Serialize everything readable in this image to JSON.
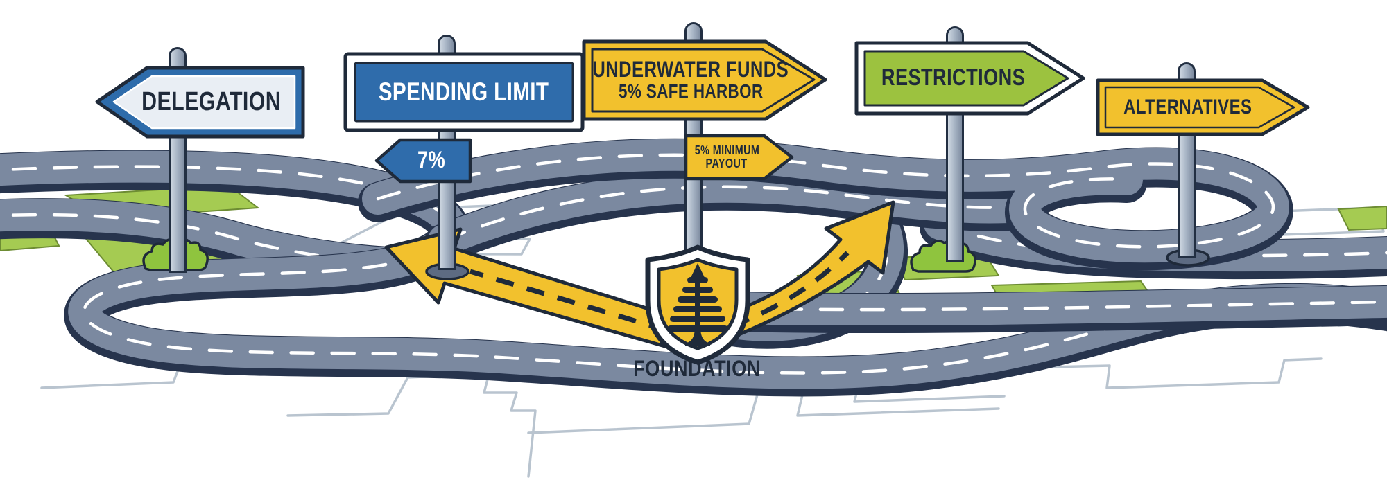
{
  "illustration": {
    "signs": {
      "delegation": {
        "label": "DELEGATION",
        "direction": "left",
        "panel_color": "#e9eef4",
        "band_color": "#2e6cab"
      },
      "spending_limit": {
        "label": "SPENDING LIMIT",
        "panel_color": "#2f6cab",
        "sub_label": "7%",
        "sub_direction": "left"
      },
      "underwater_funds": {
        "label_line1": "UNDERWATER FUNDS",
        "label_line2": "5% SAFE HARBOR",
        "direction": "right",
        "panel_color": "#f2c12d",
        "sub_line1": "5% MINIMUM",
        "sub_line2": "PAYOUT",
        "sub_direction": "right"
      },
      "restrictions": {
        "label": "RESTRICTIONS",
        "direction": "right",
        "panel_color": "#9cc23f"
      },
      "alternatives": {
        "label": "ALTERNATIVES",
        "direction": "right",
        "panel_color": "#f2c12d"
      }
    },
    "shield": {
      "label": "FOUNDATION",
      "icon": "pine-tree",
      "fill_color": "#f2c12d",
      "outline_color": "#1f2a3a"
    },
    "palette": {
      "outline": "#1f2a3a",
      "road_surface": "#7b89a0",
      "road_edge": "#27344d",
      "lane_dash": "#ffffff",
      "grass": "#a5cb52",
      "map_line": "#b9c4cf",
      "accent_yellow": "#f2c12d",
      "accent_blue": "#2f6cab",
      "accent_green": "#9cc23f"
    }
  }
}
